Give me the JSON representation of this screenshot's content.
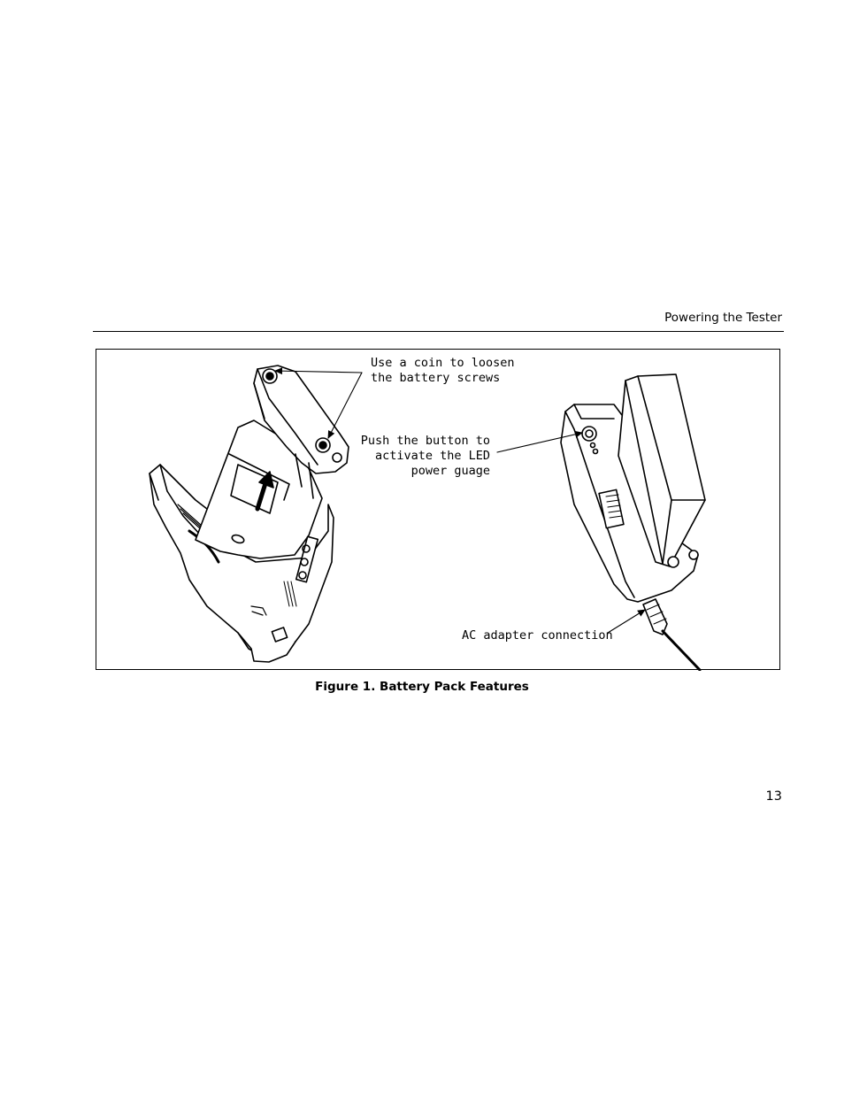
{
  "header": {
    "title": "Powering the Tester"
  },
  "figure": {
    "callouts": {
      "screws": "Use a coin to loosen\nthe battery screws",
      "button": "Push the button to\nactivate the LED\npower guage",
      "adapter": "AC adapter connection"
    },
    "caption": "Figure 1. Battery Pack Features"
  },
  "page": {
    "number": "13"
  }
}
